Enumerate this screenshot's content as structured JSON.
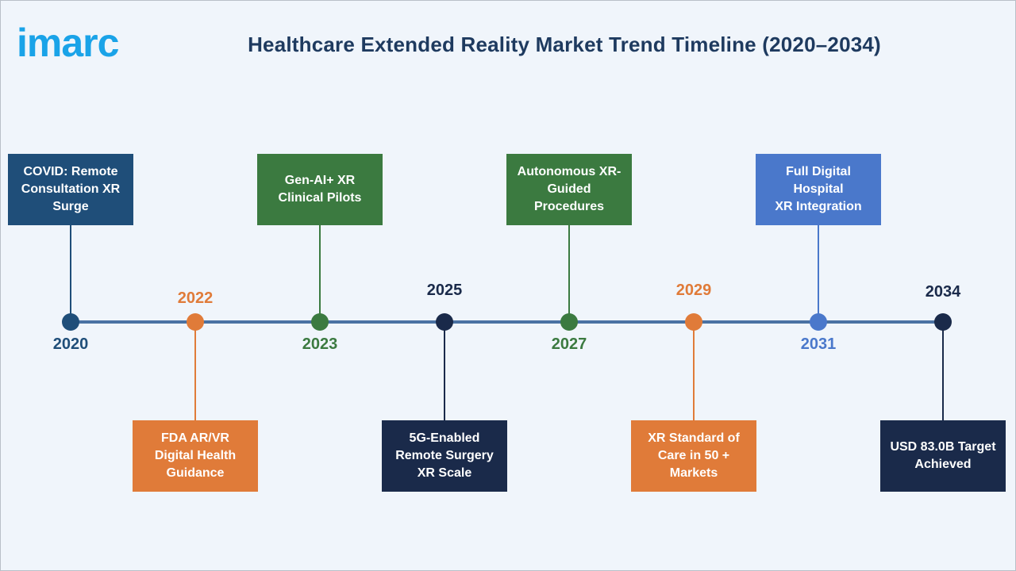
{
  "header": {
    "logo_text": "imarc",
    "title": "Healthcare Extended Reality Market Trend Timeline (2020–2034)"
  },
  "colors": {
    "navy_blue": "#1f4e79",
    "orange": "#e07b39",
    "green": "#3b7a40",
    "dark_navy": "#1a2a4a",
    "bright_blue": "#4a78cb",
    "timeline": "#4a72a3",
    "logo": "#1aa3e8"
  },
  "milestones": [
    {
      "year": "2020",
      "label": "COVID: Remote\nConsultation XR\nSurge",
      "side": "above",
      "color": "navy_blue"
    },
    {
      "year": "2022",
      "label": "FDA AR/VR\nDigital Health\nGuidance",
      "side": "below",
      "color": "orange"
    },
    {
      "year": "2023",
      "label": "Gen-AI+ XR\nClinical Pilots",
      "side": "above",
      "color": "green"
    },
    {
      "year": "2025",
      "label": "5G-Enabled\nRemote Surgery\nXR Scale",
      "side": "below",
      "color": "dark_navy"
    },
    {
      "year": "2027",
      "label": "Autonomous XR-\nGuided\nProcedures",
      "side": "above",
      "color": "green"
    },
    {
      "year": "2029",
      "label": "XR Standard of\nCare in 50 +\nMarkets",
      "side": "below",
      "color": "orange"
    },
    {
      "year": "2031",
      "label": "Full Digital\nHospital\nXR Integration",
      "side": "above",
      "color": "bright_blue"
    },
    {
      "year": "2034",
      "label": "USD 83.0B Target\nAchieved",
      "side": "below",
      "color": "dark_navy"
    }
  ]
}
